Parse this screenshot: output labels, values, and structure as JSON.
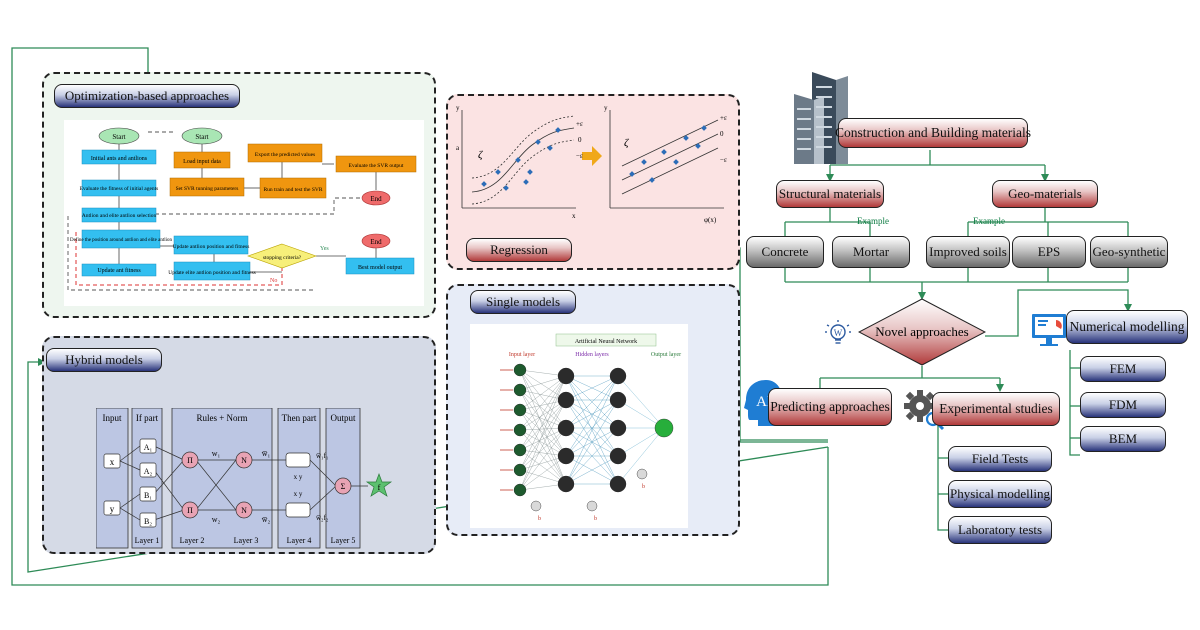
{
  "panels": {
    "optimization": "Optimization-based approaches",
    "hybrid": "Hybrid models",
    "regression": "Regression",
    "single": "Single models"
  },
  "tree": {
    "root": "Construction and Building materials",
    "structural": "Structural materials",
    "geo": "Geo-materials",
    "example1": "Example",
    "example2": "Example",
    "concrete": "Concrete",
    "mortar": "Mortar",
    "improved": "Improved soils",
    "eps": "EPS",
    "geosynthetic": "Geo-synthetic",
    "novel": "Novel approaches",
    "numerical": "Numerical modelling",
    "predicting": "Predicting approaches",
    "experimental": "Experimental studies",
    "fem": "FEM",
    "fdm": "FDM",
    "bem": "BEM",
    "field": "Field Tests",
    "physical": "Physical modelling",
    "laboratory": "Laboratory tests",
    "ai": "AI"
  },
  "flowchart": {
    "start1": "Start",
    "start2": "Start",
    "init": "Initial ants and antlions",
    "eval": "Evaluate the fitness of initial agents",
    "antlion": "Antlion and elite antlion selection",
    "define": "Define the position around antlion and elite antlion",
    "update_ant": "Update ant fitness",
    "load": "Load input data",
    "set_svr": "Set SVR tunning parameters",
    "export": "Export the predicted values",
    "run": "Run train and test the SVR",
    "evaluate_svr": "Evaluate the SVR output",
    "end1": "End",
    "update_pos": "Update antlion position and fitness",
    "update_elite": "Update elite antlion position and fitness",
    "stopping": "stopping criteria?",
    "yes": "Yes",
    "no": "No",
    "end2": "End",
    "best": "Best model output"
  },
  "anfis": {
    "input": "Input",
    "if_part": "If part",
    "rules": "Rules + Norm",
    "then_part": "Then part",
    "output": "Output",
    "x": "x",
    "y": "y",
    "a1": "A₁",
    "a2": "A₂",
    "b1": "B₁",
    "b2": "B₂",
    "pi1": "Π",
    "pi2": "Π",
    "n1": "N",
    "n2": "N",
    "w1": "w₁",
    "w2": "w₂",
    "wb1": "w̅₁",
    "wb2": "w̅₂",
    "wf1": "w̅₁f₁",
    "wf2": "w̅₂f₂",
    "sigma": "Σ",
    "f": "f",
    "xy1": "x y",
    "xy2": "x y",
    "layer1": "Layer 1",
    "layer2": "Layer 2",
    "layer3": "Layer 3",
    "layer4": "Layer 4",
    "layer5": "Layer 5"
  },
  "ann": {
    "title": "Artificial Neural Network",
    "input_layer": "Input layer",
    "hidden_layers": "Hidden layers",
    "output_layer": "Output layer",
    "b1": "b",
    "b2": "b",
    "b3": "b"
  },
  "regression_plot": {
    "y1": "y",
    "y2": "y",
    "a": "a",
    "x": "x",
    "phi": "φ(x)",
    "zeta1": "ζ",
    "zeta2": "ζ",
    "p1": "+ε",
    "z1": "0",
    "m1": "−ε",
    "p2": "+ε",
    "z2": "0",
    "m2": "−ε"
  },
  "colors": {
    "connector": "#2e8b57",
    "flow_blue": "#33bff0",
    "flow_orange": "#f0960f",
    "flow_green": "#a9e6b4",
    "end_red": "#ef6b6b"
  }
}
